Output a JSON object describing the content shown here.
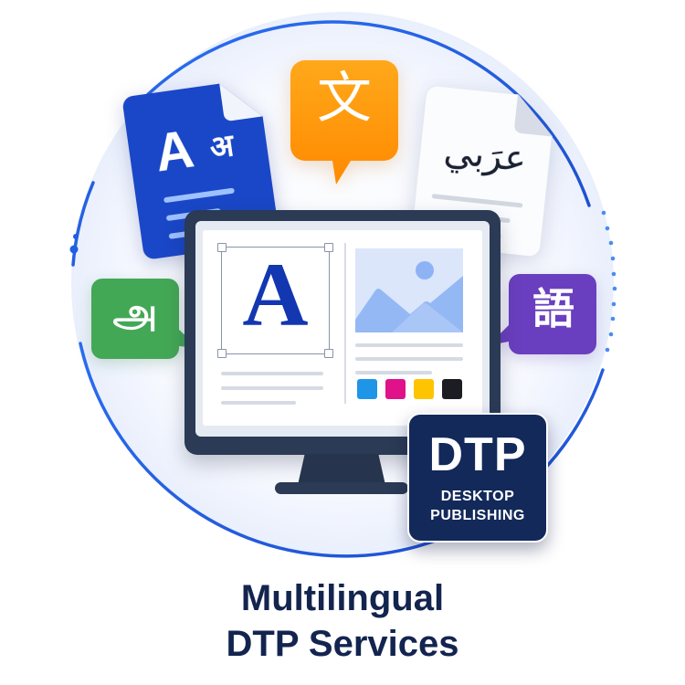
{
  "colors": {
    "ring": "#1f5fe0",
    "ring_dots": "#3b82f6",
    "doc_blue": "#1a47c7",
    "bubble_orange": "#ff9a0d",
    "bubble_green": "#43a856",
    "bubble_purple": "#6a3fbf",
    "monitor_frame": "#2b3a55",
    "dtp_badge": "#13295a",
    "title": "#13244f",
    "swatch_cyan": "#1f95e8",
    "swatch_magenta": "#e0128a",
    "swatch_yellow": "#ffc400",
    "swatch_black": "#1b1d22"
  },
  "icons": {
    "hindi_doc": {
      "name": "hindi-document-icon",
      "latin": "A",
      "devanagari": "अ"
    },
    "chinese_bubble": {
      "name": "chinese-chat-bubble-icon",
      "glyph": "文"
    },
    "arabic_doc": {
      "name": "arabic-document-icon",
      "glyph": "عرَبي"
    },
    "tamil_bubble": {
      "name": "tamil-chat-bubble-icon",
      "glyph": "அ"
    },
    "japanese_bubble": {
      "name": "japanese-chat-bubble-icon",
      "glyph": "語"
    }
  },
  "monitor": {
    "selected_glyph": "A",
    "swatches": [
      "cyan",
      "magenta",
      "yellow",
      "black"
    ]
  },
  "badge": {
    "big": "DTP",
    "line1": "DESKTOP",
    "line2": "PUBLISHING"
  },
  "title": {
    "line1": "Multilingual",
    "line2": "DTP Services"
  }
}
